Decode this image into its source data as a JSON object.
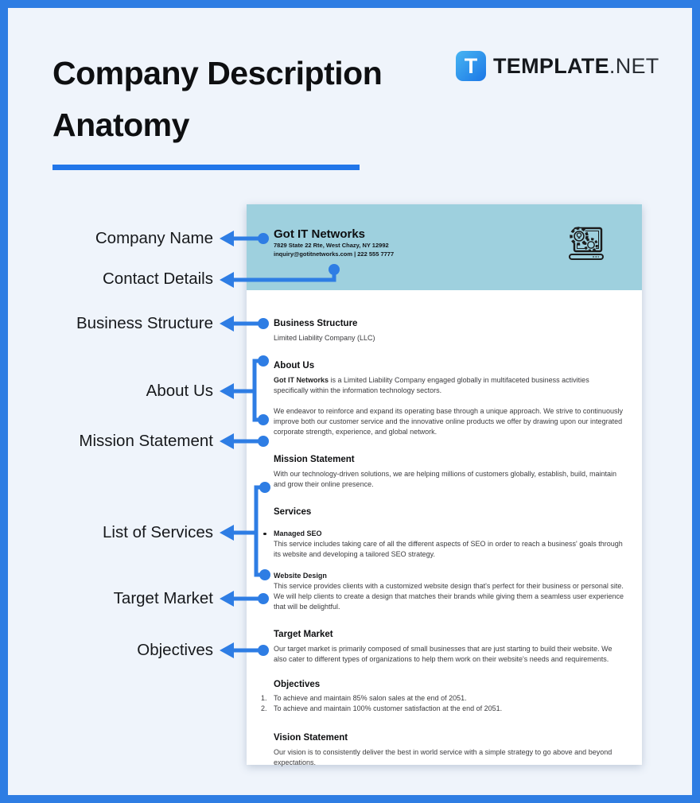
{
  "header": {
    "title_line1": "Company Description",
    "title_line2": "Anatomy",
    "brand": {
      "icon_letter": "T",
      "name_bold": "TEMPLATE",
      "name_light": ".NET"
    }
  },
  "annotations": [
    {
      "label": "Company Name"
    },
    {
      "label": "Contact Details"
    },
    {
      "label": "Business Structure"
    },
    {
      "label": "About Us"
    },
    {
      "label": "Mission Statement"
    },
    {
      "label": "List of Services"
    },
    {
      "label": "Target Market"
    },
    {
      "label": "Objectives"
    }
  ],
  "colors": {
    "accent_blue": "#2e7de3",
    "underline_blue": "#2276e9",
    "doc_header_teal": "#9ed0de",
    "background": "#eff4fb",
    "paper": "#ffffff"
  },
  "document": {
    "company_name": "Got IT Networks",
    "address": "7829 State 22 Rte, West Chazy, NY 12992",
    "contact_line": "inquiry@gotitnetworks.com | 222 555 7777",
    "business_structure": {
      "heading": "Business Structure",
      "body": "Limited Liability Company (LLC)"
    },
    "about_us": {
      "heading": "About Us",
      "p1_bold": "Got IT Networks",
      "p1_rest": " is a Limited Liability Company engaged globally in multifaceted business activities specifically within the information technology sectors.",
      "p2": "We endeavor to reinforce and expand its operating base through a unique approach. We strive to continuously improve both our customer service and the innovative online products we offer by drawing upon our integrated corporate strength, experience, and global network."
    },
    "mission": {
      "heading": "Mission Statement",
      "body": "With our technology-driven solutions, we are helping millions of customers globally, establish, build, maintain and grow their online presence."
    },
    "services": {
      "heading": "Services",
      "items": [
        {
          "title": "Managed SEO",
          "text": "This service includes taking care of all the different aspects of SEO in order to reach a business' goals through its website and developing a tailored SEO strategy."
        },
        {
          "title": "Website Design",
          "text": "This service provides clients with a customized website design that's perfect for their business or personal site. We will help clients to create a design that matches their brands while giving them a seamless user experience that will be delightful."
        }
      ]
    },
    "target_market": {
      "heading": "Target Market",
      "body": "Our target market is primarily composed of small businesses that are just starting to build their website. We also cater to different types of organizations to help them work on their website's needs and requirements."
    },
    "objectives": {
      "heading": "Objectives",
      "items": [
        "To achieve and maintain 85% salon sales at the end of 2051.",
        "To achieve and maintain 100% customer satisfaction at the end of 2051."
      ]
    },
    "vision": {
      "heading": "Vision Statement",
      "body": "Our vision is to consistently deliver the best in world service with a simple strategy to go above and beyond expectations."
    }
  }
}
